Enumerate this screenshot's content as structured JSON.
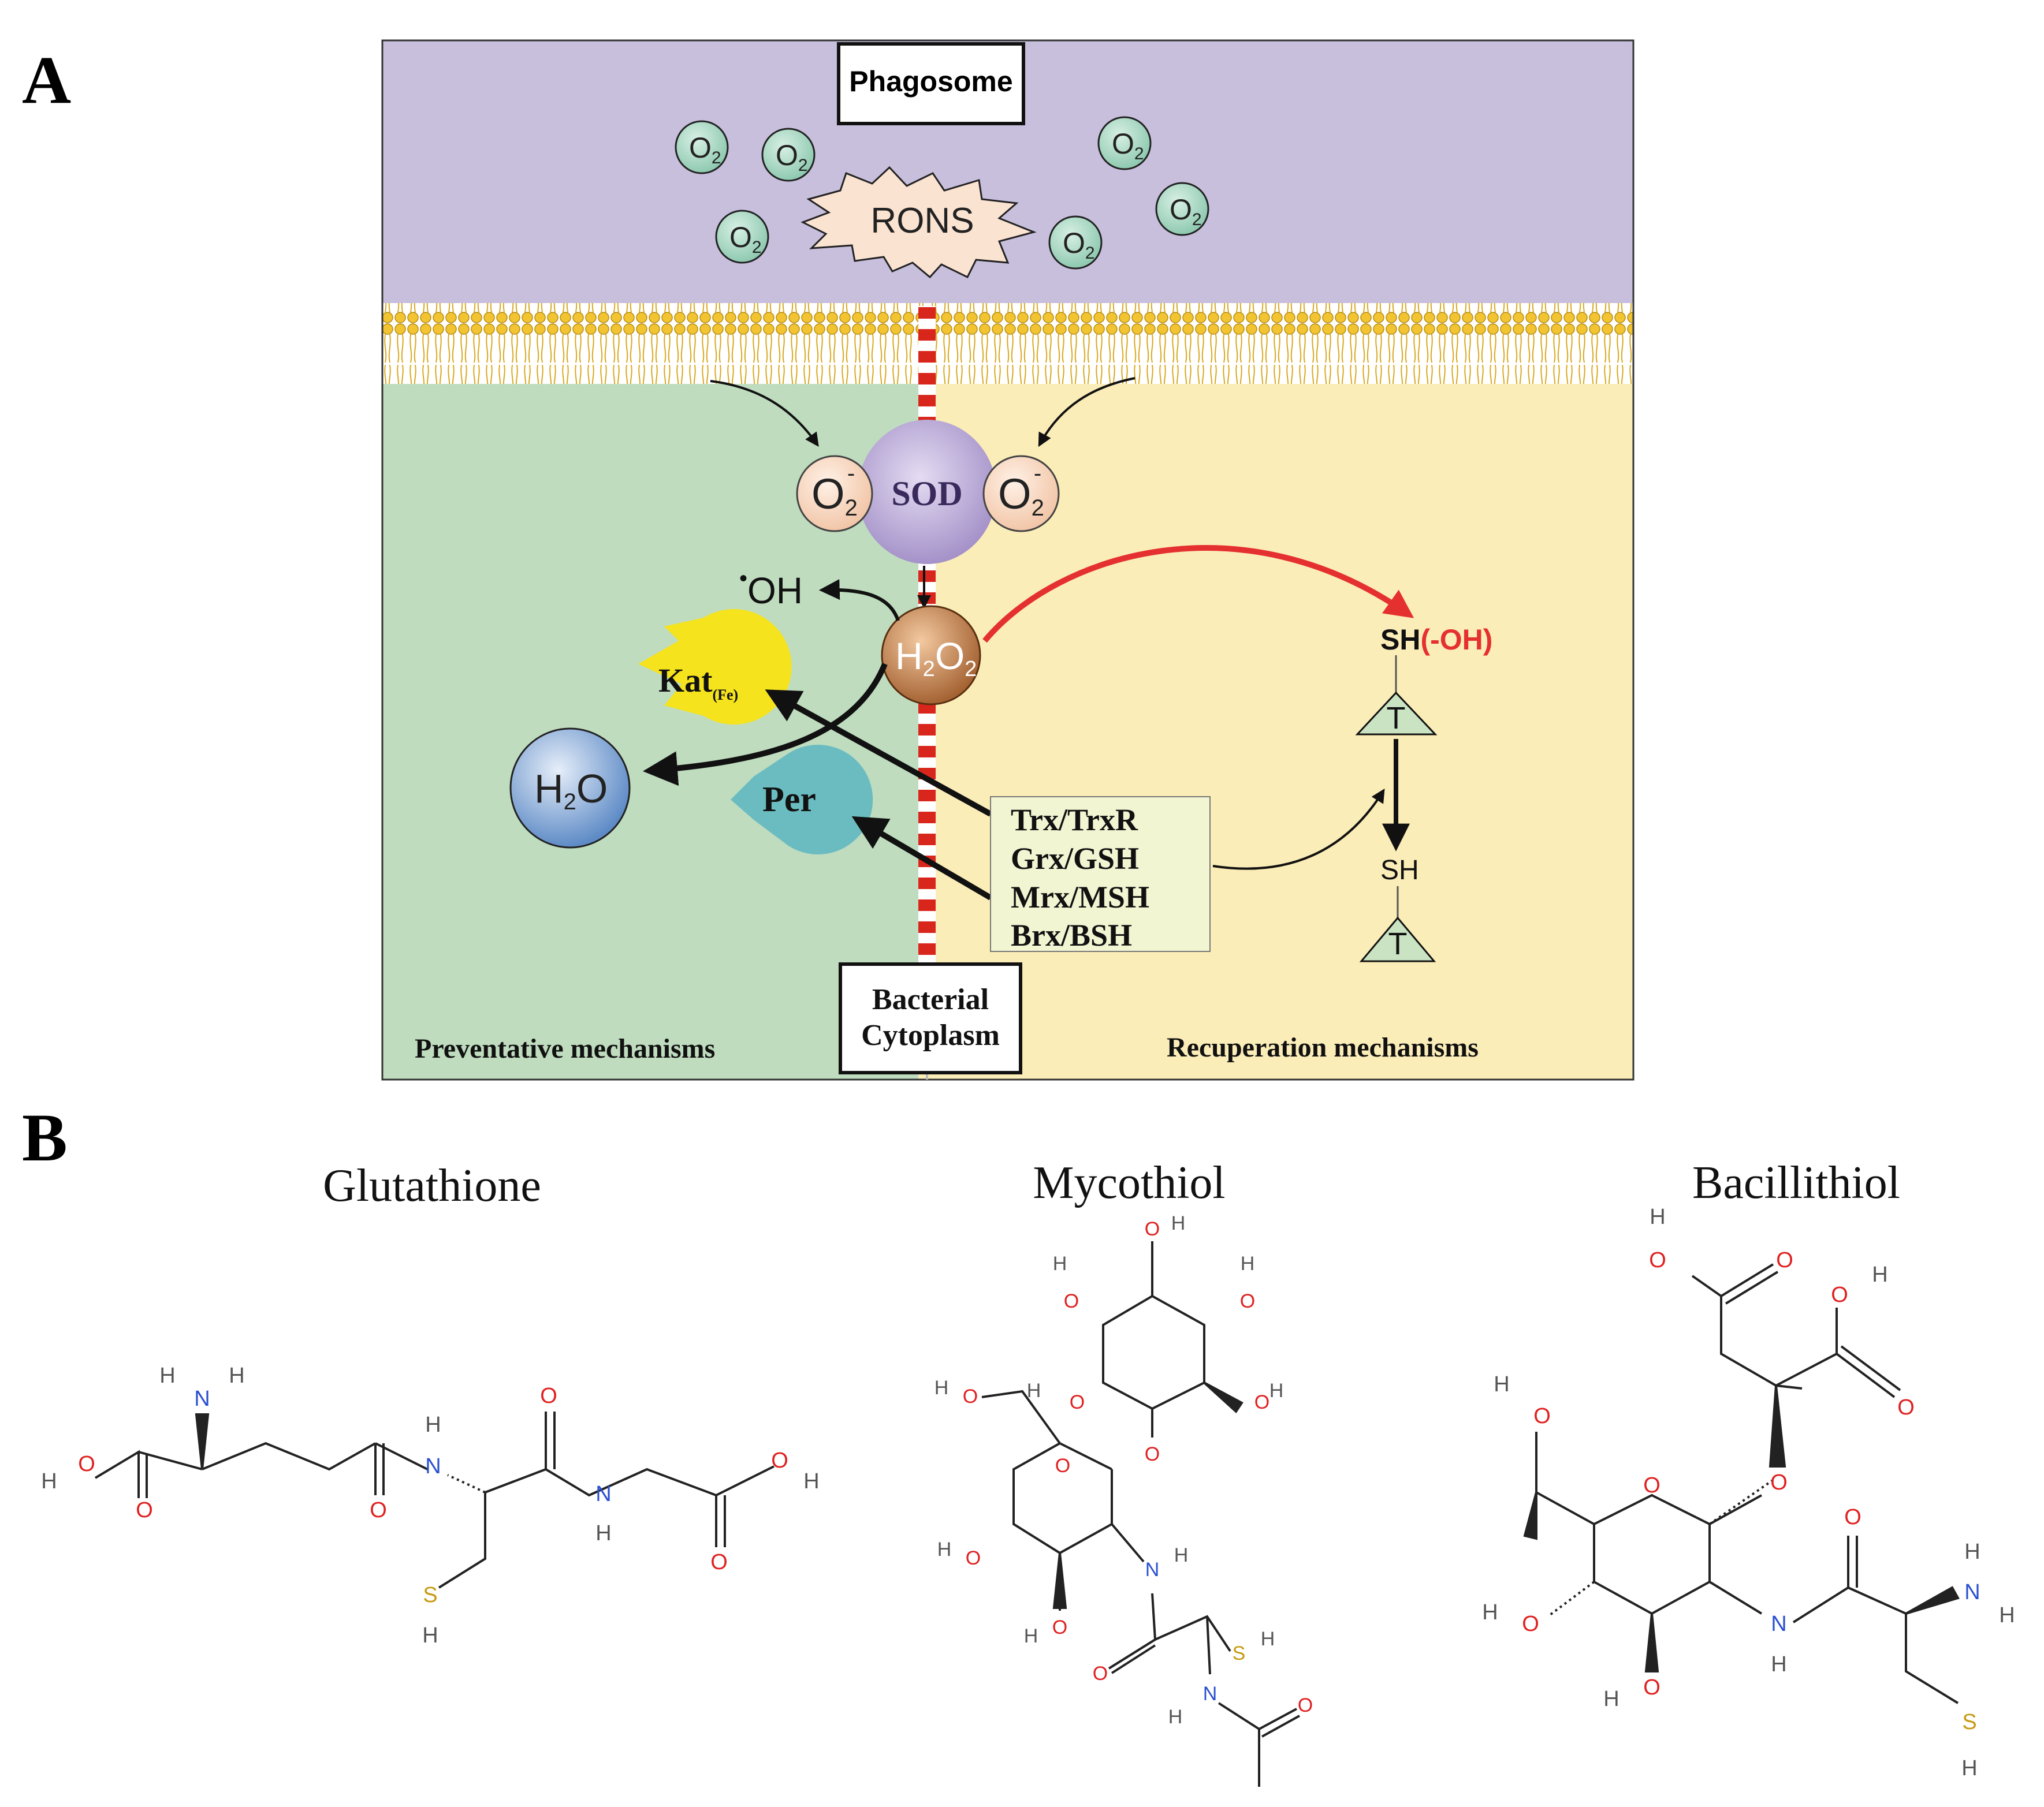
{
  "panel_a": {
    "label": "A",
    "phagosome_label": "Phagosome",
    "rons_label": "RONS",
    "o2_molecule": {
      "base": "O",
      "subscript": "2"
    },
    "superoxide": {
      "base": "O",
      "subscript": "2",
      "charge": "-"
    },
    "sod_label": "SOD",
    "hydroxyl": {
      "dot": "•",
      "text": "OH"
    },
    "h2o2": {
      "h": "H",
      "sub1": "2",
      "o": "O",
      "sub2": "2"
    },
    "h2o": {
      "h": "H",
      "sub": "2",
      "o": "O"
    },
    "catalase": {
      "label": "Kat",
      "subscript": "(Fe)"
    },
    "peroxidase_label": "Per",
    "redox_systems": [
      "Trx/TrxR",
      "Grx/GSH",
      "Mrx/MSH",
      "Brx/BSH"
    ],
    "oxidized_thiol": {
      "sh": "SH",
      "oh": "(-OH)"
    },
    "reduced_thiol": "SH",
    "target_label": "T",
    "cytoplasm_label": [
      "Bacterial",
      "Cytoplasm"
    ],
    "left_region_label": "Preventative mechanisms",
    "right_region_label": "Recuperation mechanisms",
    "colors": {
      "phagosome": "#c8bfdd",
      "preventative": "#bfdcbf",
      "recuperation": "#fbedb8",
      "rons_arrow": "#e53030",
      "divider": "#d9261c",
      "catalase": "#f5e31d",
      "peroxidase": "#6bbcc0"
    }
  },
  "panel_b": {
    "label": "B",
    "molecules": [
      {
        "name": "Glutathione"
      },
      {
        "name": "Mycothiol"
      },
      {
        "name": "Bacillithiol"
      }
    ],
    "atoms": {
      "H": "H",
      "O": "O",
      "N": "N",
      "S": "S"
    }
  }
}
